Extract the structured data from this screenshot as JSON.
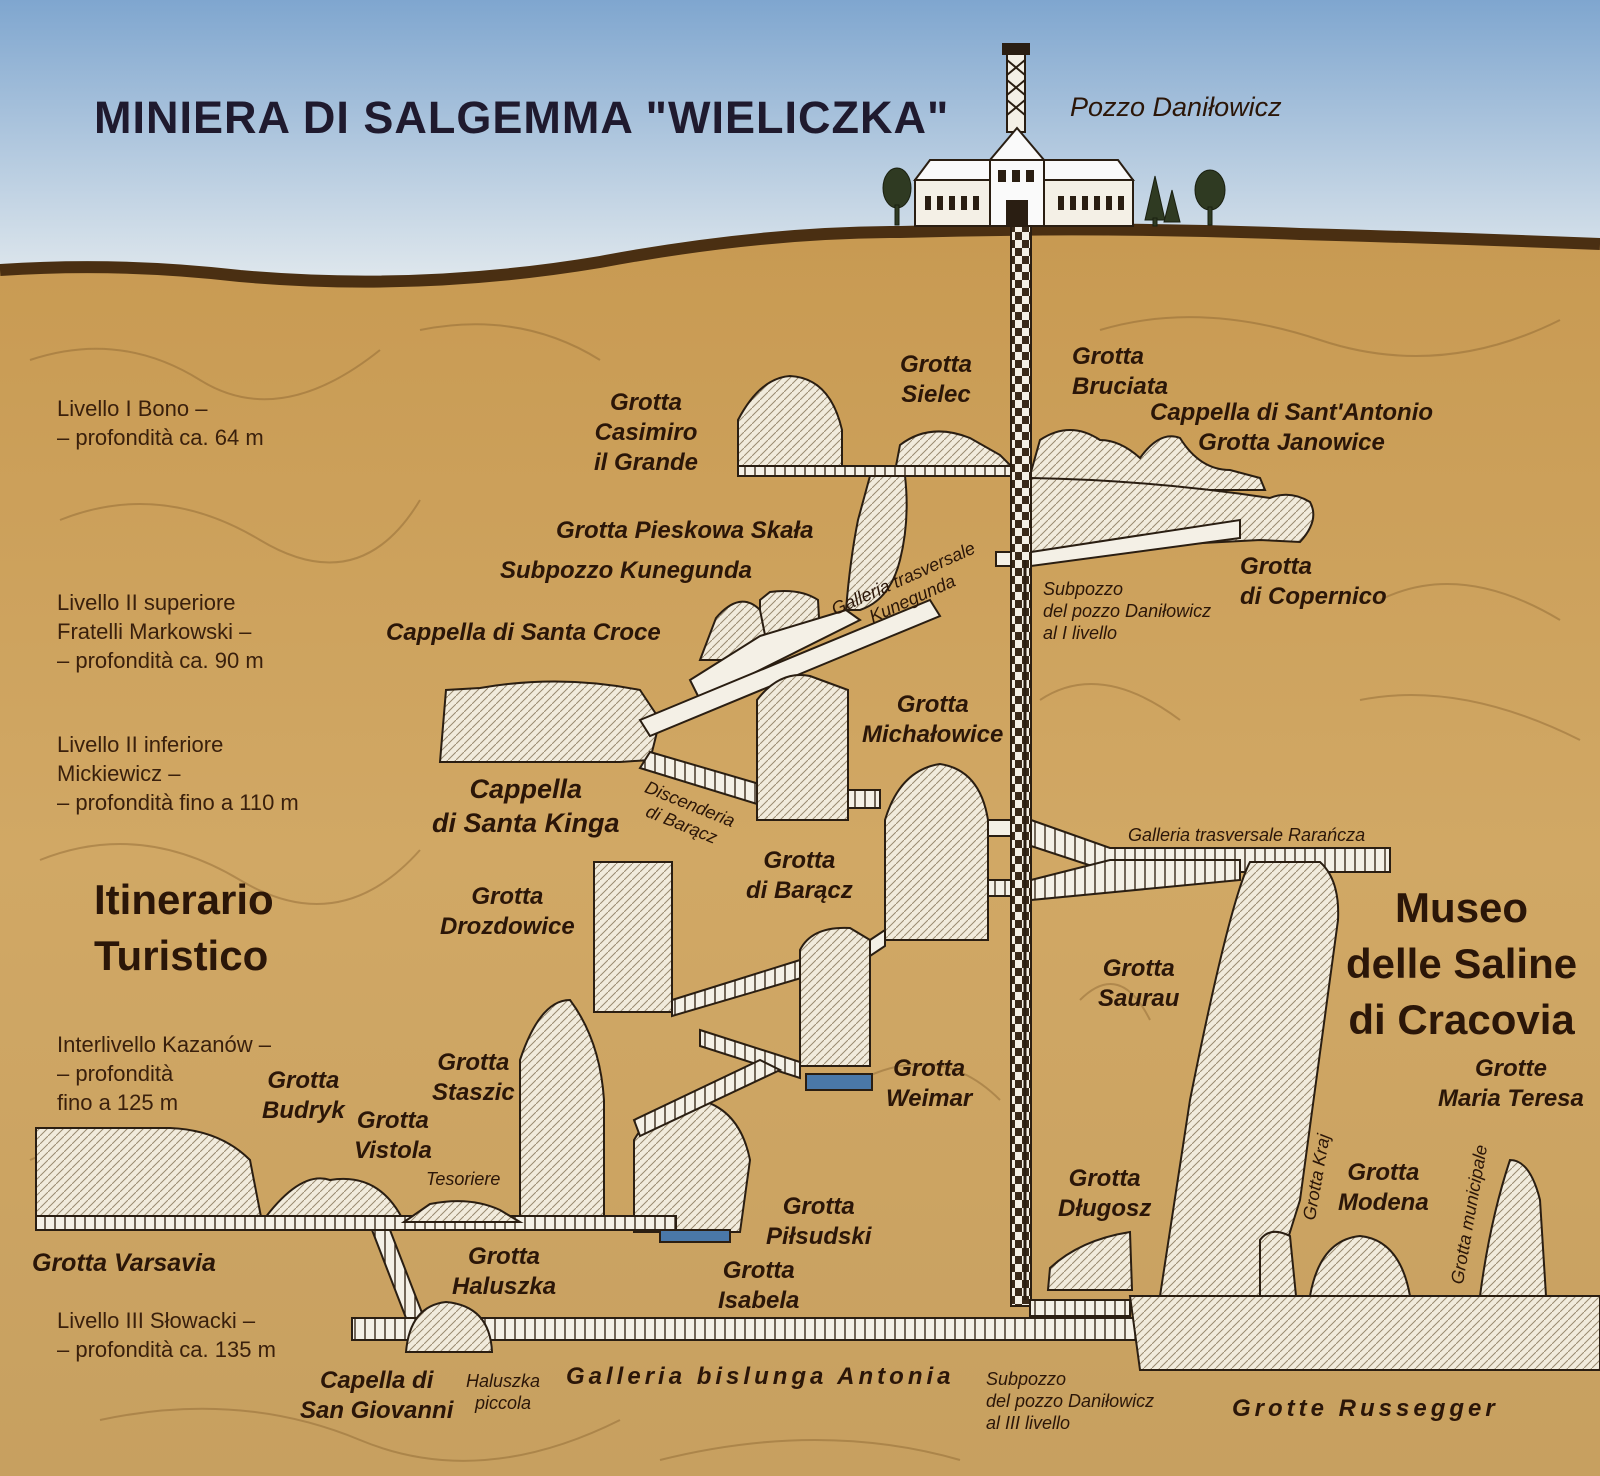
{
  "title": "MINIERA DI SALGEMMA \"WIELICZKA\"",
  "shaft_name": "Pozzo Daniłowicz",
  "levels": [
    {
      "lines": [
        "Livello I Bono –",
        "– profondità ca. 64 m"
      ]
    },
    {
      "lines": [
        "Livello II superiore",
        "Fratelli Markowski –",
        "– profondità ca. 90 m"
      ]
    },
    {
      "lines": [
        "Livello II inferiore",
        "Mickiewicz –",
        "– profondità fino a 110 m"
      ]
    },
    {
      "lines": [
        "Interlivello Kazanów –",
        "– profondità",
        "fino a 125 m"
      ]
    },
    {
      "lines": [
        "Livello III Słowacki –",
        "– profondità ca. 135 m"
      ]
    }
  ],
  "route_tourist": [
    "Itinerario",
    "Turistico"
  ],
  "route_museum": [
    "Museo",
    "delle Saline",
    "di Cracovia"
  ],
  "labels": {
    "casimiro": [
      "Grotta",
      "Casimiro",
      "il Grande"
    ],
    "sielec": [
      "Grotta",
      "Sielec"
    ],
    "bruciata": [
      "Grotta",
      "Bruciata"
    ],
    "antonio_janowice": [
      "Cappella di Sant'Antonio",
      "Grotta Janowice"
    ],
    "pieskowa": "Grotta Pieskowa Skała",
    "kunegunda_sub": "Subpozzo Kunegunda",
    "copernico": [
      "Grotta",
      "di Copernico"
    ],
    "subpozzo_I": [
      "Subpozzo",
      "del pozzo Daniłowicz",
      "al I livello"
    ],
    "santa_croce": "Cappella di Santa Croce",
    "galleria_kunegunda": [
      "Galleria trasversale",
      "Kunegunda"
    ],
    "michalowice": [
      "Grotta",
      "Michałowice"
    ],
    "santa_kinga": [
      "Cappella",
      "di Santa Kinga"
    ],
    "discenderia": [
      "Discenderia",
      "di Barącz"
    ],
    "baracz": [
      "Grotta",
      "di Barącz"
    ],
    "rarancza": "Galleria trasversale Rarańcza",
    "drozdowice": [
      "Grotta",
      "Drozdowice"
    ],
    "saurau": [
      "Grotta",
      "Saurau"
    ],
    "staszic": [
      "Grotta",
      "Staszic"
    ],
    "weimar": [
      "Grotta",
      "Weimar"
    ],
    "budryk": [
      "Grotta",
      "Budryk"
    ],
    "vistola": [
      "Grotta",
      "Vistola"
    ],
    "tesoriere": "Tesoriere",
    "maria_teresa": [
      "Grotte",
      "Maria Teresa"
    ],
    "dlugosz": [
      "Grotta",
      "Długosz"
    ],
    "kraj": "Grotta Kraj",
    "modena": [
      "Grotta",
      "Modena"
    ],
    "municipale": "Grotta municipale",
    "pilsudski": [
      "Grotta",
      "Piłsudski"
    ],
    "varsavia": "Grotta Varsavia",
    "haluszka": [
      "Grotta",
      "Haluszka"
    ],
    "isabela": [
      "Grotta",
      "Isabela"
    ],
    "san_giovanni": [
      "Capella di",
      "San Giovanni"
    ],
    "haluszka_piccola": [
      "Haluszka",
      "piccola"
    ],
    "antonia": "Galleria bislunga Antonia",
    "subpozzo_III": [
      "Subpozzo",
      "del pozzo Daniłowicz",
      "al III livello"
    ],
    "russegger": "Grotte Russegger"
  },
  "colors": {
    "sky_top": "#7fa6cf",
    "sky_bottom": "#e6ecef",
    "rock": "#c99e5a",
    "rock_light": "#ddb878",
    "rock_dark": "#5c3e1c",
    "chamber": "#f4f0e6",
    "ink": "#2b1608",
    "title_ink": "#1f1a2e"
  }
}
